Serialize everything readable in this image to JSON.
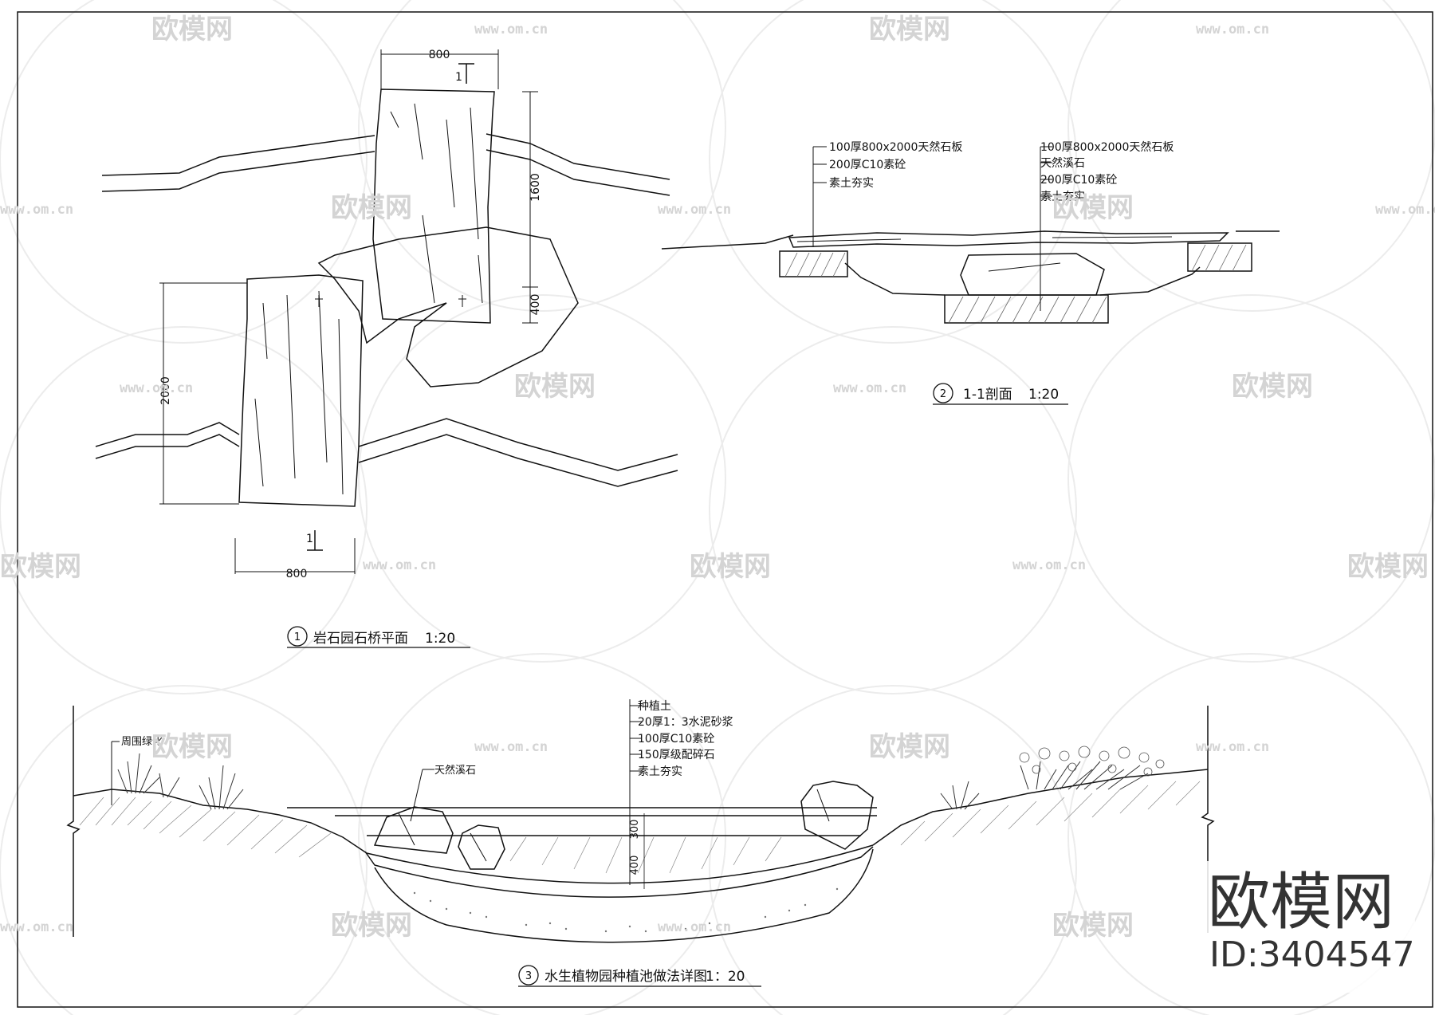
{
  "sheet": {
    "plan": {
      "title": "岩石园石桥平面",
      "scale": "1:20",
      "index": "1",
      "dims": {
        "top_width": "800",
        "bottom_width": "800",
        "height_right": "1600",
        "height_right_small": "400",
        "height_left": "2000"
      },
      "section_marks": [
        "1",
        "1"
      ]
    },
    "section": {
      "title": "1-1剖面",
      "scale": "1:20",
      "index": "2",
      "notes_left": [
        "100厚800x2000天然石板",
        "200厚C10素砼",
        "素土夯实"
      ],
      "notes_right": [
        "100厚800x2000天然石板",
        "天然溪石",
        "200厚C10素砼",
        "素土夯实"
      ]
    },
    "pond": {
      "title": "水生植物园种植池做法详图",
      "scale": "1：20",
      "index": "3",
      "notes": [
        "种植土",
        "20厚1：3水泥砂浆",
        "100厚C10素砼",
        "150厚级配碎石",
        "素土夯实"
      ],
      "label_stone": "天然溪石",
      "label_grass": "周围绿化",
      "dims": [
        "300",
        "400"
      ]
    }
  },
  "watermark": {
    "brand": "欧模网",
    "url": "www.om.cn",
    "id_text": "ID:3404547"
  }
}
